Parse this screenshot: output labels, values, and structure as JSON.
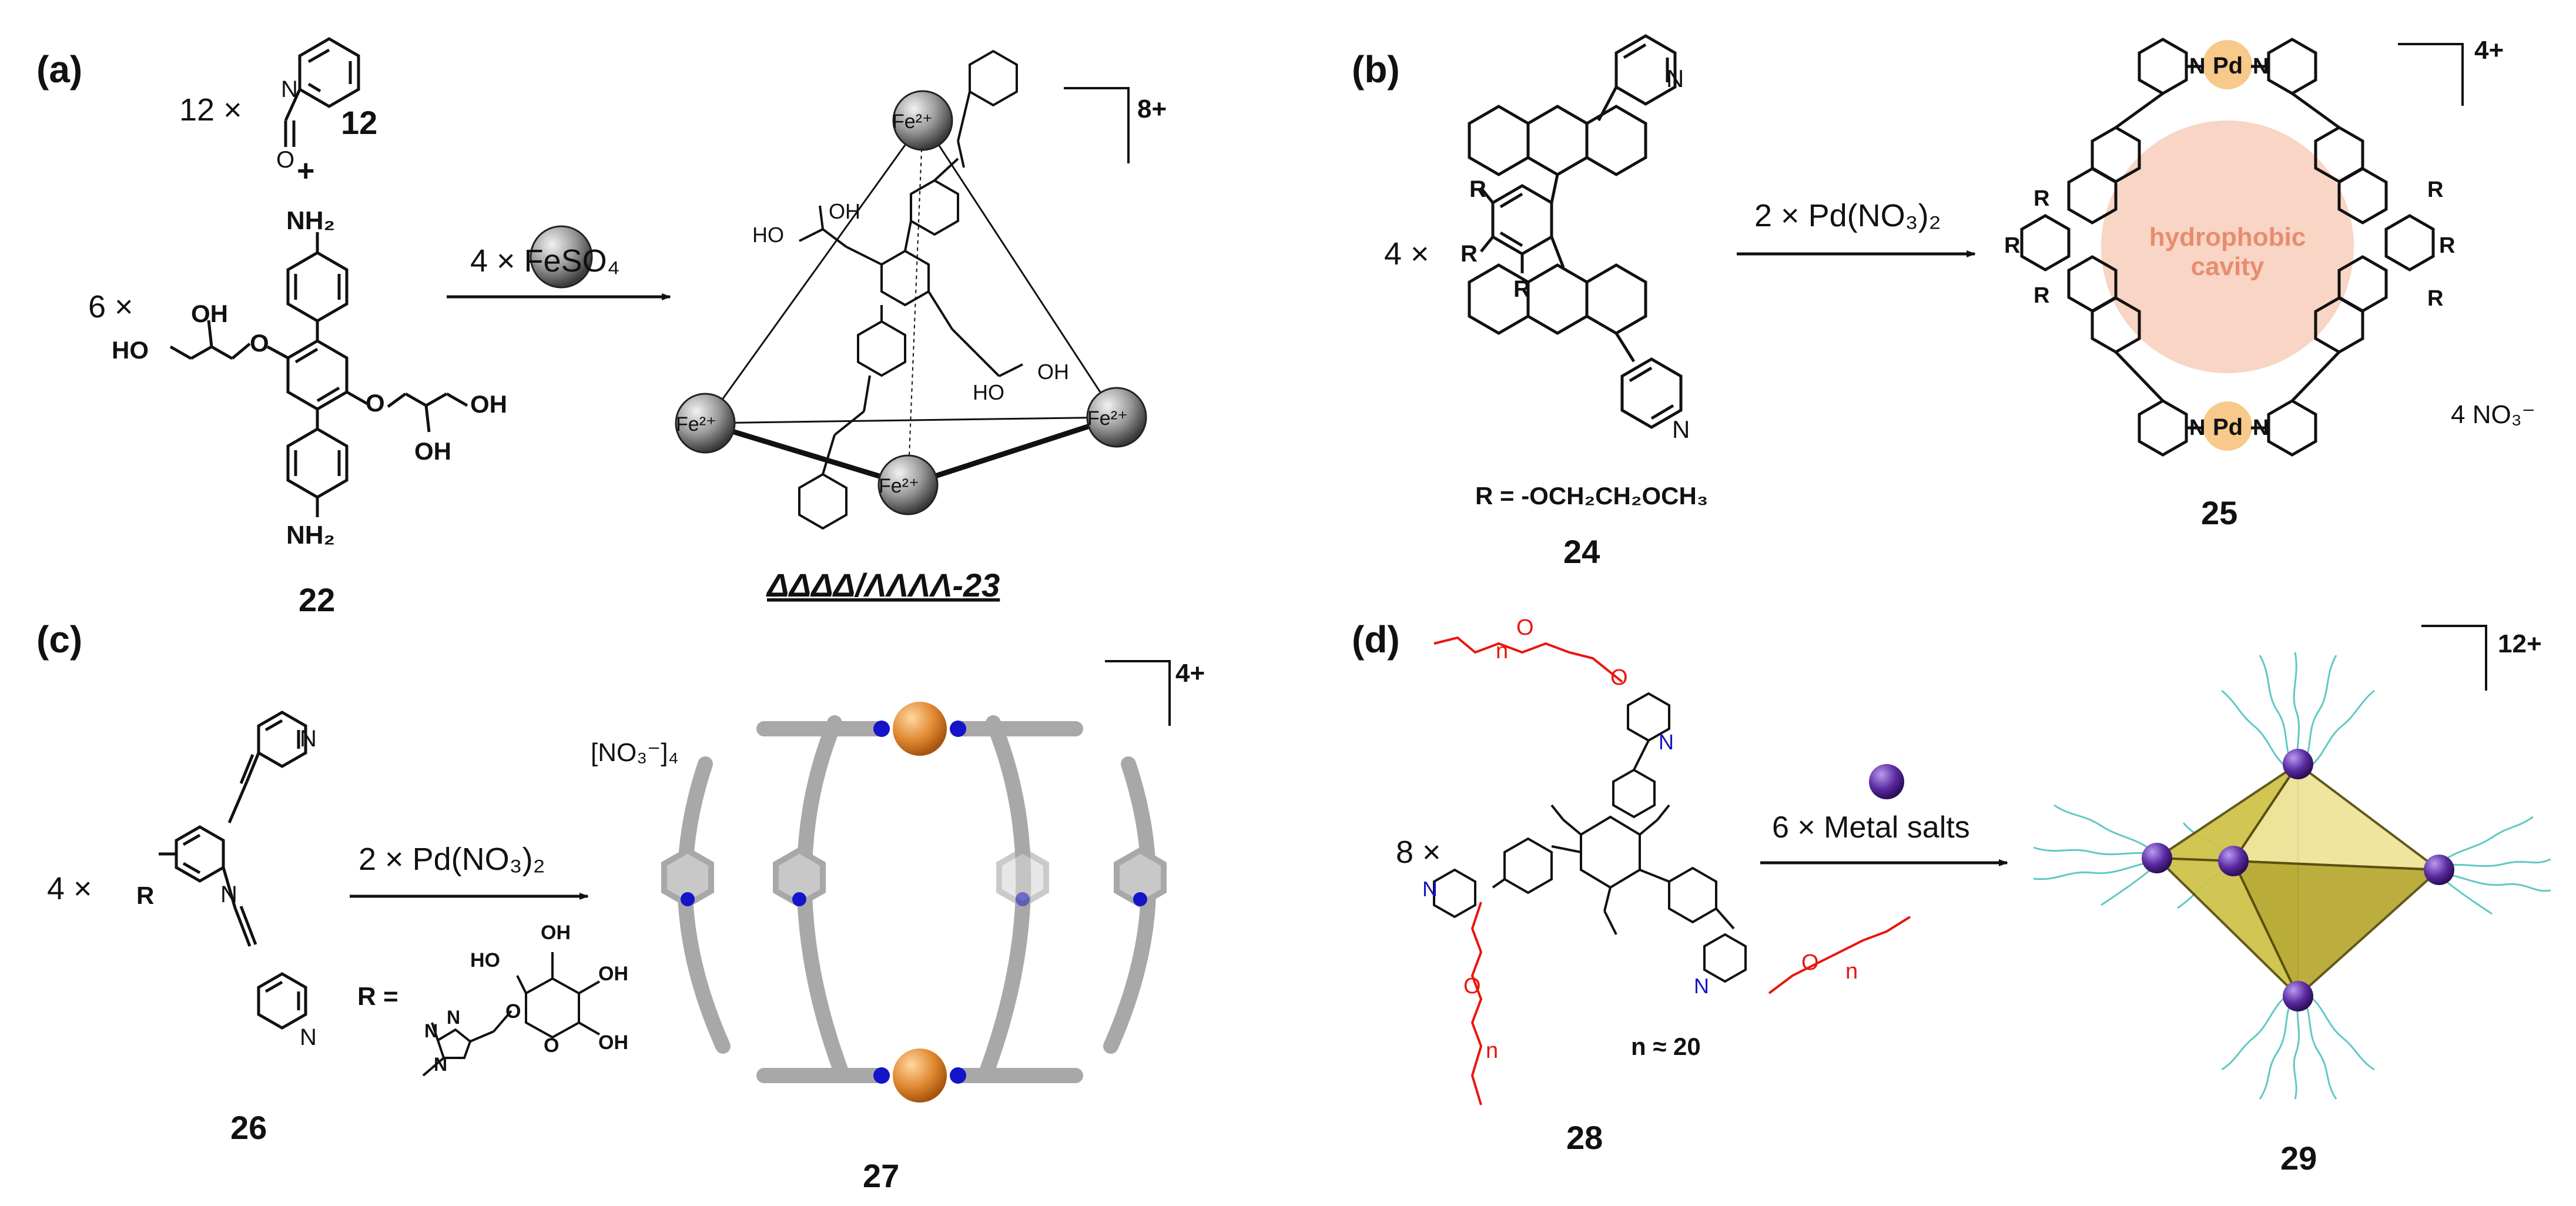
{
  "panels": {
    "a": {
      "label": "(a)",
      "pyridine_count": "12 ×",
      "pyridine_compound": "12",
      "plus": "+",
      "ligand_count": "6 ×",
      "ligand_compound": "22",
      "nh2_top": "NH₂",
      "nh2_bottom": "NH₂",
      "oh_labels": [
        "OH",
        "HO",
        "OH",
        "OH"
      ],
      "reagent": "4 × FeSO₄",
      "metal_label": "Fe²⁺",
      "charge": "8+",
      "product": "ΔΔΔΔ/ΛΛΛΛ-23",
      "cage_oh_labels": [
        "HO",
        "OH",
        "HO",
        "OH"
      ],
      "atom_N": "N",
      "atom_O": "O"
    },
    "b": {
      "label": "(b)",
      "ligand_count": "4 ×",
      "r_definition": "R = -OCH₂CH₂OCH₃",
      "ligand_compound": "24",
      "reagent": "2 × Pd(NO₃)₂",
      "charge": "4+",
      "pd_label": "Pd",
      "cavity_line1": "hydrophobic",
      "cavity_line2": "cavity",
      "counterion": "4 NO₃⁻",
      "product": "25",
      "r_atom": "R",
      "atom_N": "N"
    },
    "c": {
      "label": "(c)",
      "ligand_count": "4 ×",
      "r_atom": "R",
      "atom_N": "N",
      "reagent": "2 × Pd(NO₃)₂",
      "r_definition": "R =",
      "sugar_labels": [
        "HO",
        "OH",
        "OH",
        "OH",
        "O",
        "O",
        "N",
        "N",
        "N"
      ],
      "ligand_compound": "26",
      "counterion": "[NO₃⁻]₄",
      "charge": "4+",
      "product": "27"
    },
    "d": {
      "label": "(d)",
      "ligand_count": "8 ×",
      "n_value": "n ≈ 20",
      "peg_n": "n",
      "atom_O": "O",
      "atom_N": "N",
      "reagent": "6 × Metal salts",
      "ligand_compound": "28",
      "charge": "12+",
      "product": "29"
    }
  },
  "colors": {
    "ink": "#111111",
    "peg_red": "#e8160c",
    "nitrogen_blue": "#1414c8",
    "pd_orange": "#f7c98a",
    "cavity_pink": "#f6c7b0",
    "cavity_text": "#e98b70",
    "cage27_gray": "#a8a8a8",
    "cage27_pd": "#e08830",
    "octahedron_yellow": "#d8cb5a",
    "metal_purple": "#5a2aa0",
    "peg_cyan": "#5fc9c4"
  }
}
